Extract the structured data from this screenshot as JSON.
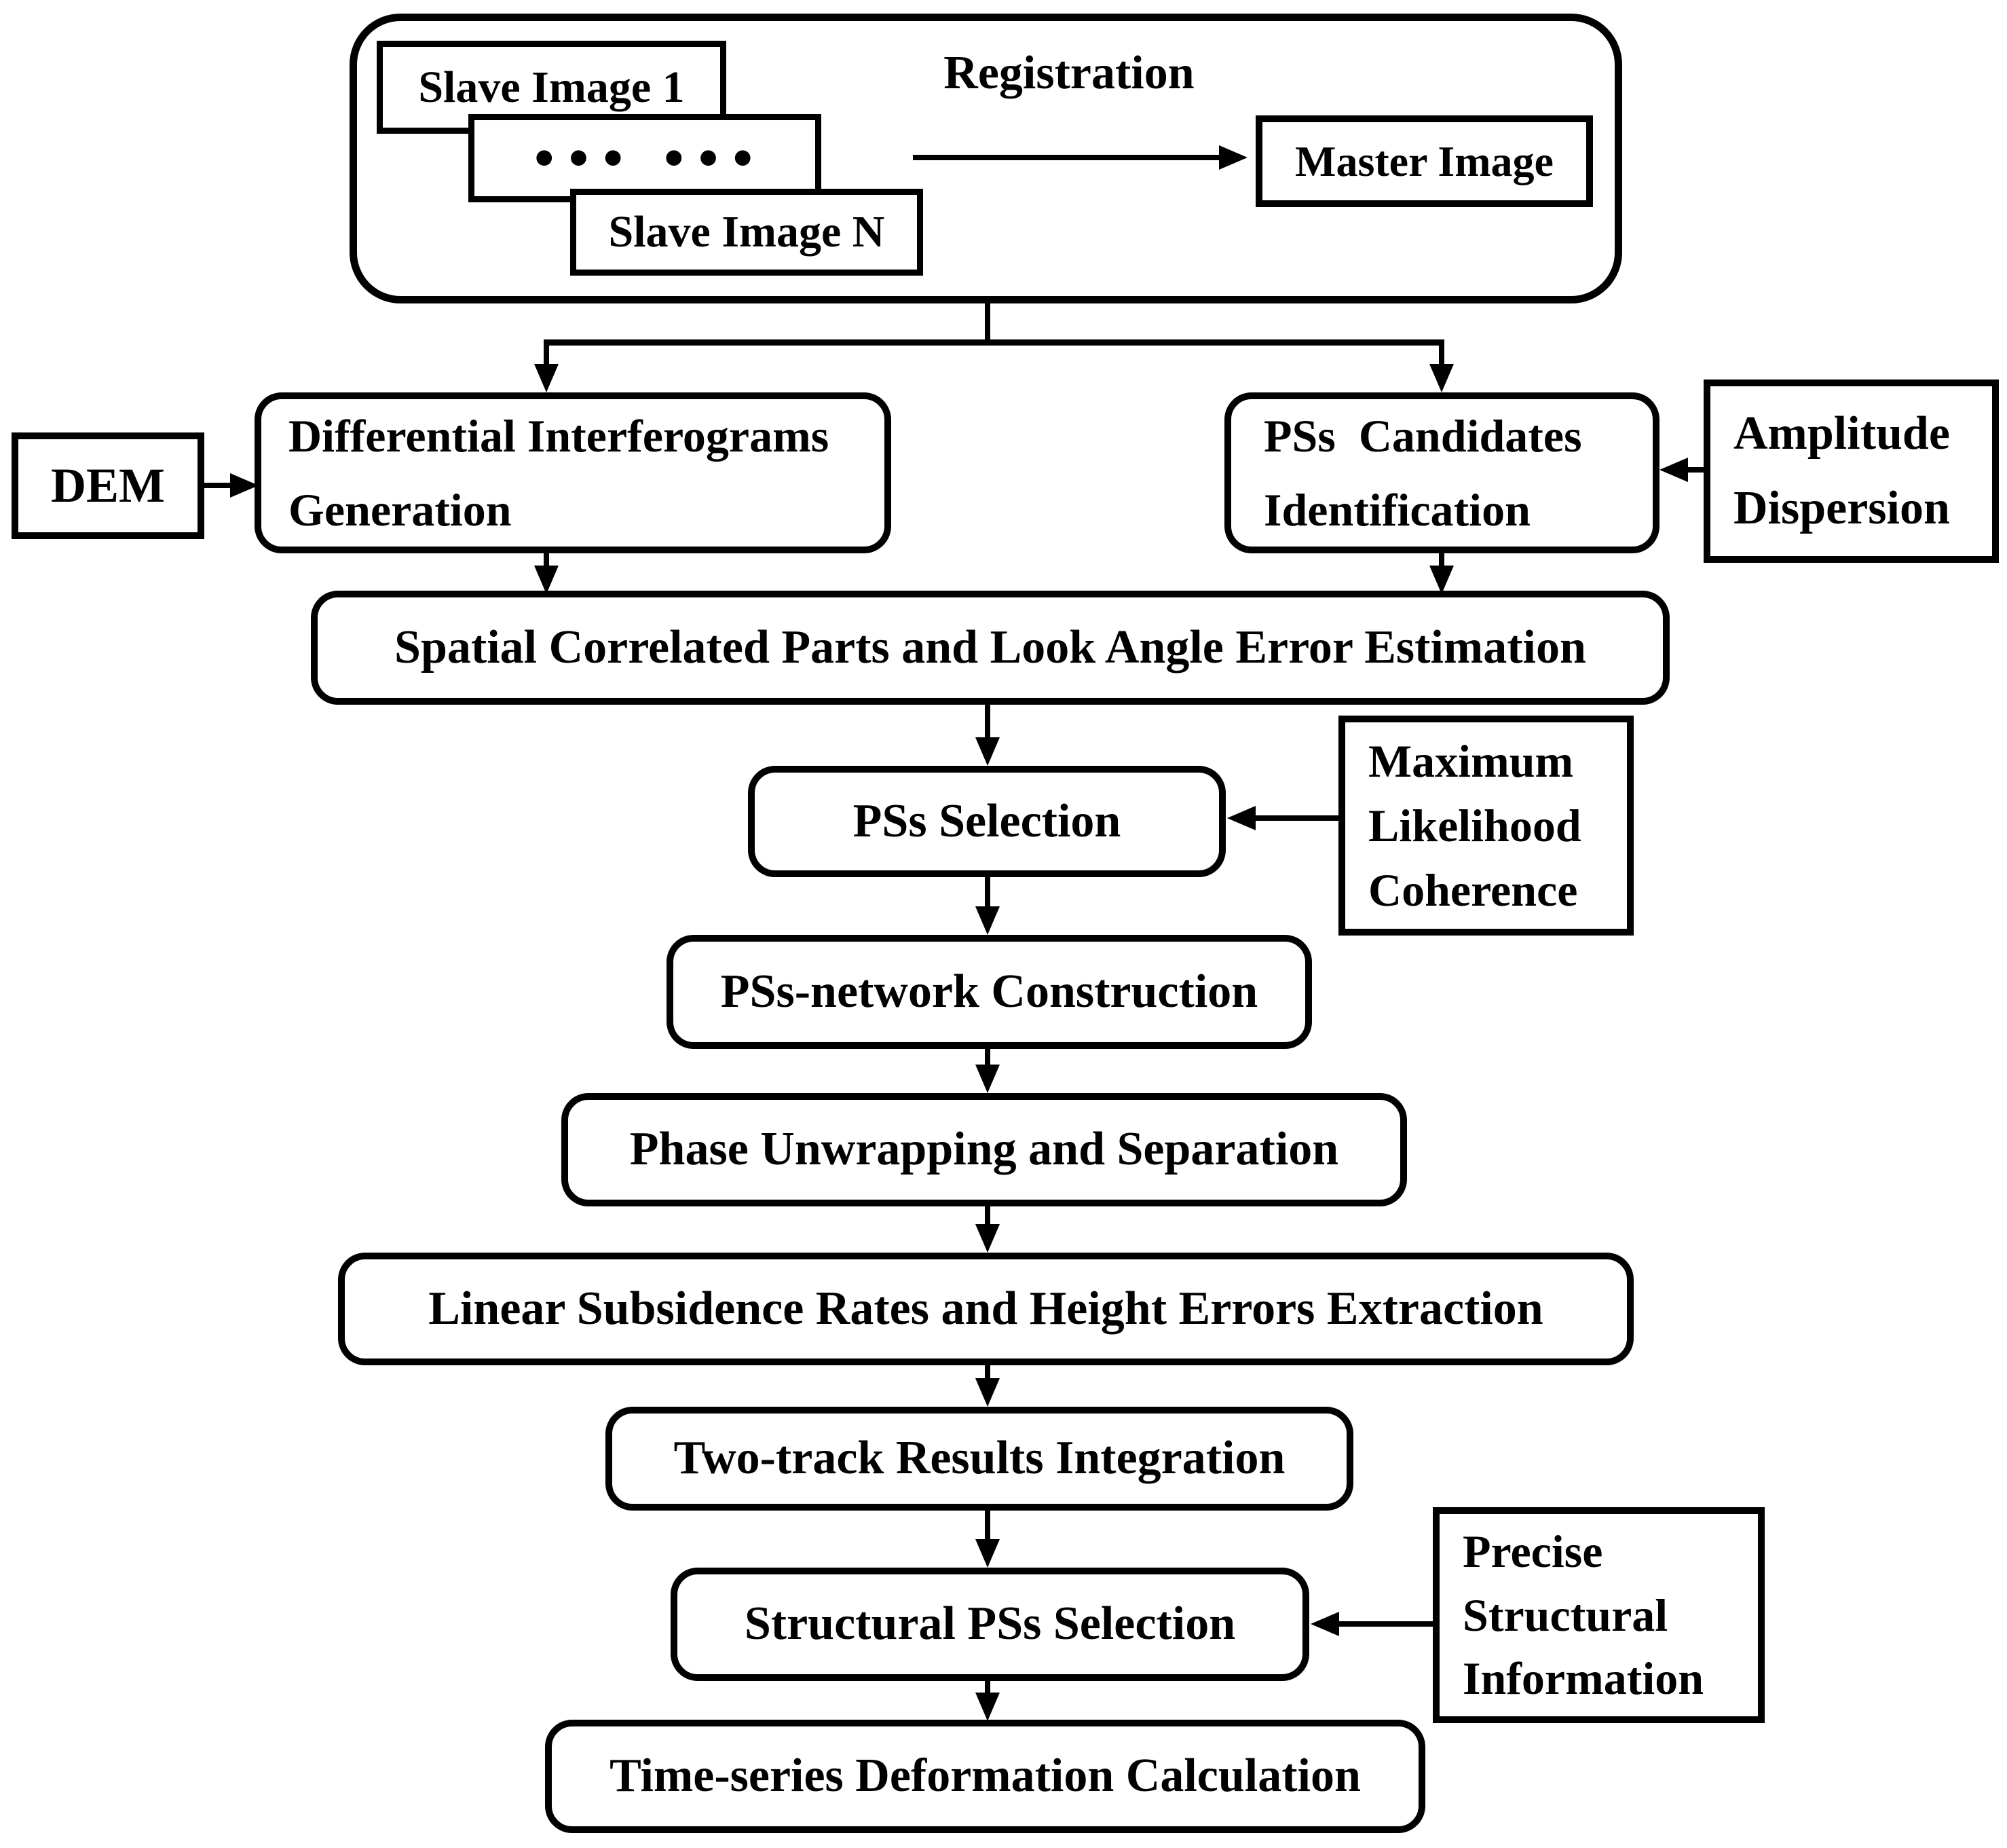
{
  "colors": {
    "stroke": "#000000",
    "fill": "#ffffff",
    "text": "#000000"
  },
  "top_group": {
    "slave_image_1": "Slave Image 1",
    "ellipsis": "··· ···",
    "slave_image_n": "Slave Image N",
    "registration": "Registration",
    "master_image": "Master Image"
  },
  "inputs": {
    "dem": "DEM",
    "amplitude_dispersion": [
      "Amplitude",
      "Dispersion"
    ],
    "maximum_likelihood_coherence": [
      "Maximum",
      "Likelihood",
      "Coherence"
    ],
    "precise_structural_information": [
      "Precise",
      "Structural",
      "Information"
    ]
  },
  "steps": {
    "differential_interferograms": [
      "Differential Interferograms",
      "Generation"
    ],
    "pss_candidates": [
      "PSs  Candidates",
      "Identification"
    ],
    "spatial_correlated": "Spatial Correlated Parts and Look Angle Error Estimation",
    "pss_selection": "PSs Selection",
    "pss_network": "PSs-network Construction",
    "phase_unwrapping": "Phase Unwrapping and Separation",
    "linear_subsidence": "Linear Subsidence Rates and Height Errors Extraction",
    "two_track": "Two-track Results Integration",
    "structural_pss": "Structural PSs Selection",
    "time_series": "Time-series Deformation Calculation"
  }
}
